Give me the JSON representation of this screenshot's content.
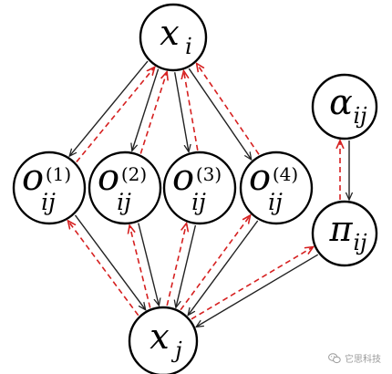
{
  "nodes": [
    {
      "id": "x_i",
      "base": "x",
      "sub": "i",
      "sup": ""
    },
    {
      "id": "o1",
      "base": "o",
      "sub": "ij",
      "sup": "(1)"
    },
    {
      "id": "o2",
      "base": "o",
      "sub": "ij",
      "sup": "(2)"
    },
    {
      "id": "o3",
      "base": "o",
      "sub": "ij",
      "sup": "(3)"
    },
    {
      "id": "o4",
      "base": "o",
      "sub": "ij",
      "sup": "(4)"
    },
    {
      "id": "x_j",
      "base": "x",
      "sub": "j",
      "sup": ""
    },
    {
      "id": "alpha",
      "base": "α",
      "sub": "ij",
      "sup": ""
    },
    {
      "id": "pi",
      "base": "π",
      "sub": "ij",
      "sup": ""
    }
  ],
  "edges": [
    {
      "from": "x_i",
      "to": "o1",
      "style": "solid"
    },
    {
      "from": "x_i",
      "to": "o2",
      "style": "solid"
    },
    {
      "from": "x_i",
      "to": "o3",
      "style": "solid"
    },
    {
      "from": "x_i",
      "to": "o4",
      "style": "solid"
    },
    {
      "from": "o1",
      "to": "x_j",
      "style": "solid"
    },
    {
      "from": "o2",
      "to": "x_j",
      "style": "solid"
    },
    {
      "from": "o3",
      "to": "x_j",
      "style": "solid"
    },
    {
      "from": "o4",
      "to": "x_j",
      "style": "solid"
    },
    {
      "from": "alpha",
      "to": "pi",
      "style": "solid"
    },
    {
      "from": "pi",
      "to": "x_j",
      "style": "solid"
    },
    {
      "from": "o1",
      "to": "x_i",
      "style": "dashed"
    },
    {
      "from": "o2",
      "to": "x_i",
      "style": "dashed"
    },
    {
      "from": "o3",
      "to": "x_i",
      "style": "dashed"
    },
    {
      "from": "o4",
      "to": "x_i",
      "style": "dashed"
    },
    {
      "from": "x_j",
      "to": "o1",
      "style": "dashed"
    },
    {
      "from": "x_j",
      "to": "o2",
      "style": "dashed"
    },
    {
      "from": "x_j",
      "to": "o3",
      "style": "dashed"
    },
    {
      "from": "x_j",
      "to": "o4",
      "style": "dashed"
    },
    {
      "from": "x_j",
      "to": "pi",
      "style": "dashed"
    },
    {
      "from": "pi",
      "to": "alpha",
      "style": "dashed"
    }
  ],
  "colors": {
    "solid": "#222222",
    "dashed": "#d62020",
    "node_stroke": "#000000"
  },
  "watermark": {
    "text": "它思科技",
    "icon": "wechat-icon"
  }
}
